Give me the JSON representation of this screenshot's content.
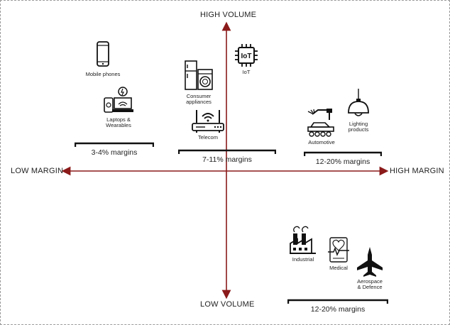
{
  "axes": {
    "top": "HIGH VOLUME",
    "bottom": "LOW VOLUME",
    "left": "LOW MARGIN",
    "right": "HIGH MARGIN",
    "color": "#8b1a1a"
  },
  "items": {
    "mobile": {
      "label": "Mobile phones",
      "icon": "smartphone-icon"
    },
    "laptops": {
      "label_line1": "Laptops &",
      "label_line2": "Wearables",
      "icon": "laptop-wearables-icon"
    },
    "consumer": {
      "label_line1": "Consumer",
      "label_line2": "appliances",
      "icon": "appliances-icon"
    },
    "telecom": {
      "label": "Telecom",
      "icon": "router-icon"
    },
    "iot": {
      "label": "IoT",
      "icon": "iot-chip-icon"
    },
    "automotive": {
      "label": "Automotive",
      "icon": "assembly-line-icon"
    },
    "lighting": {
      "label_line1": "Lighting",
      "label_line2": "products",
      "icon": "pendant-lamp-icon"
    },
    "industrial": {
      "label": "Industrial",
      "icon": "factory-icon"
    },
    "medical": {
      "label": "Medical",
      "icon": "heartbeat-monitor-icon"
    },
    "aerospace": {
      "label_line1": "Aerospace",
      "label_line2": "& Defence",
      "icon": "fighter-jet-icon"
    }
  },
  "brackets": {
    "low": "3-4% margins",
    "mid": "7-11% margins",
    "high": "12-20% margins",
    "bottom": "12-20% margins"
  }
}
